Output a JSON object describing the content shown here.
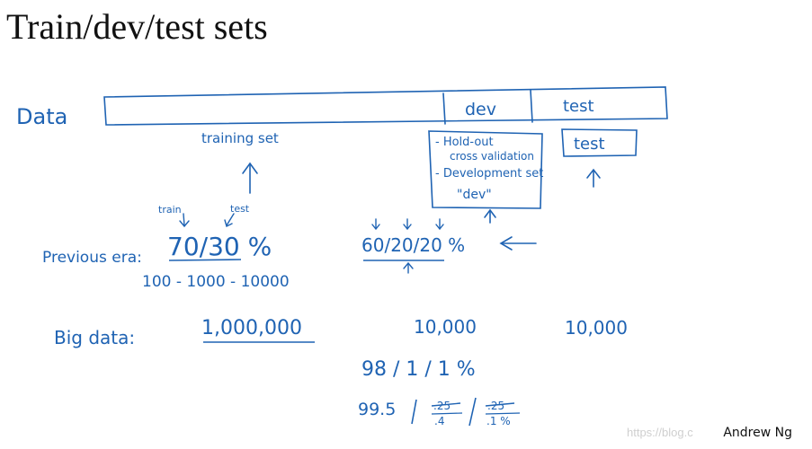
{
  "slide": {
    "title": "Train/dev/test sets",
    "author": "Andrew Ng",
    "watermark": "https://blog.c"
  },
  "ink_color": "#1f63b3",
  "data_bar": {
    "label": "Data",
    "dev_label": "dev",
    "test_label": "test",
    "training_set_label": "training set"
  },
  "dev_notes": {
    "line1": "- Hold-out",
    "line2": "cross validation",
    "line3": "- Development set",
    "line4": "\"dev\"",
    "test_box": "test"
  },
  "previous_era": {
    "label": "Previous era:",
    "train_word": "train",
    "test_word": "test",
    "split_a": "70/30 %",
    "sizes": "100 - 1000 - 10000",
    "split_b": "60/20/20 %"
  },
  "big_data": {
    "label": "Big data:",
    "total": "1,000,000",
    "dev_size": "10,000",
    "test_size": "10,000",
    "split_a": "98 / 1 / 1 %",
    "split_b_lead": "99.5",
    "split_b_dev_struck": ".25",
    "split_b_dev": ".4",
    "split_b_test_struck": ".25",
    "split_b_test": ".1 %"
  }
}
